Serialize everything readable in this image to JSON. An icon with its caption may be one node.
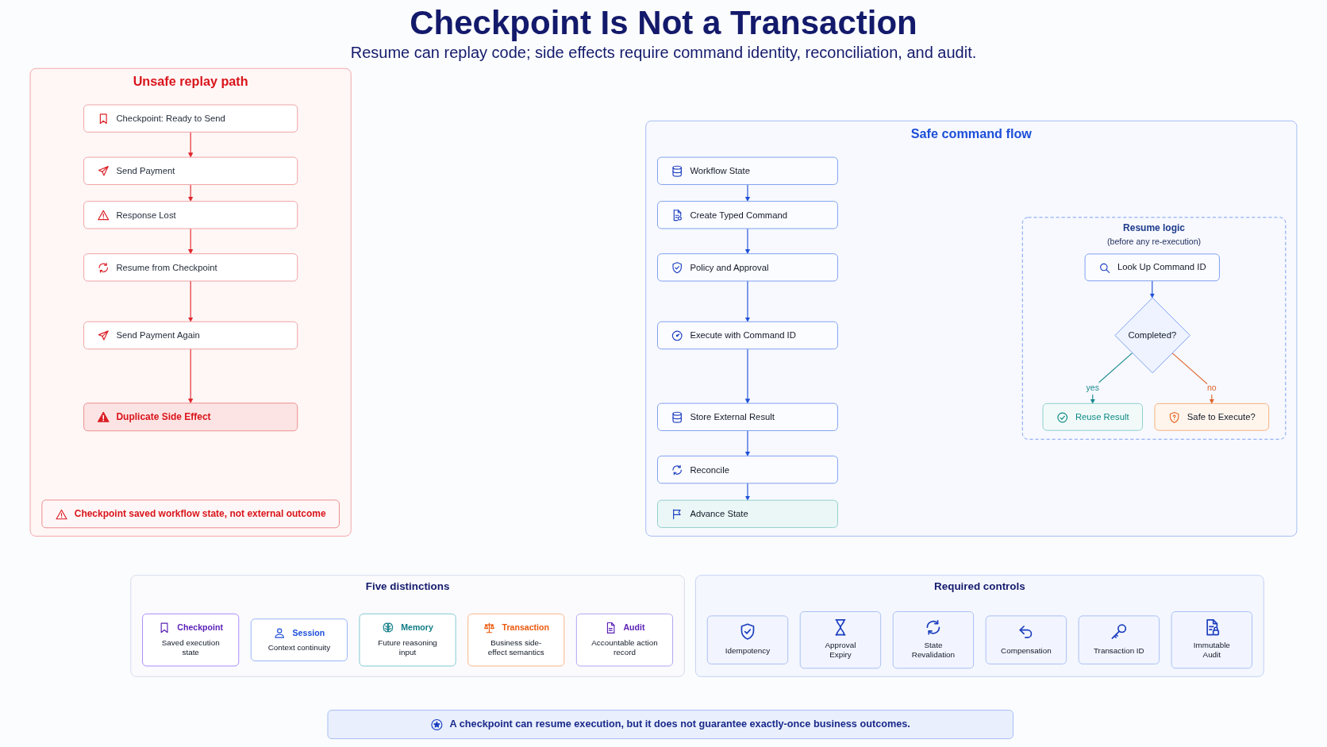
{
  "diagram": {
    "title": "Checkpoint Is Not a Transaction",
    "nodes": [
      {
        "text": [
          "Unsafe replay path"
        ]
      },
      {
        "text": [
          "Checkpoint: Ready to Send"
        ],
        "in": 0
      },
      {
        "text": [
          "Send Payment"
        ],
        "in": 0
      },
      {
        "text": [
          "Response Lost"
        ],
        "in": 0
      },
      {
        "text": [
          "Resume from Checkpoint"
        ],
        "in": 0
      },
      {
        "text": [
          "Send Payment Again"
        ],
        "in": 0
      },
      {
        "text": [
          "Duplicate Side Effect"
        ],
        "in": 0
      },
      {
        "text": [
          "Checkpoint saved workflow state, not external outcome"
        ],
        "in": 0
      },
      {
        "text": [
          "Safe command flow"
        ]
      },
      {
        "text": [
          "Workflow State"
        ],
        "in": 8
      },
      {
        "text": [
          "Create Typed Command"
        ],
        "in": 8
      },
      {
        "text": [
          "Policy and Approval"
        ],
        "in": 8
      },
      {
        "text": [
          "Execute with Command ID"
        ],
        "in": 8
      },
      {
        "text": [
          "Store External Result"
        ],
        "in": 8
      },
      {
        "text": [
          "Reconcile"
        ],
        "in": 8
      },
      {
        "text": [
          "Advance State"
        ],
        "in": 8
      },
      {
        "text": [
          "Resume logic",
          "(before any re-execution)"
        ],
        "in": 8
      },
      {
        "text": [
          "Look Up Command ID"
        ],
        "in": 16
      },
      {
        "text": [
          "Completed?"
        ],
        "in": 16
      },
      {
        "text": [
          "Reuse Result"
        ],
        "in": 16
      },
      {
        "text": [
          "Safe to Execute?"
        ],
        "in": 16
      },
      {
        "text": [
          "Five distinctions"
        ]
      },
      {
        "text": [
          "Checkpoint",
          "Saved execution state"
        ],
        "in": 21
      },
      {
        "text": [
          "Session",
          "Context continuity"
        ],
        "in": 21
      },
      {
        "text": [
          "Memory",
          "Future reasoning input"
        ],
        "in": 21
      },
      {
        "text": [
          "Transaction",
          "Business side-effect semantics"
        ],
        "in": 21
      },
      {
        "text": [
          "Audit",
          "Accountable action record"
        ],
        "in": 21
      },
      {
        "text": [
          "Required controls"
        ]
      },
      {
        "text": [
          "Idempotency"
        ],
        "in": 27
      },
      {
        "text": [
          "Approval Expiry"
        ],
        "in": 27
      },
      {
        "text": [
          "State Revalidation"
        ],
        "in": 27
      },
      {
        "text": [
          "Compensation"
        ],
        "in": 27
      },
      {
        "text": [
          "Transaction ID"
        ],
        "in": 27
      },
      {
        "text": [
          "Immutable Audit"
        ],
        "in": 27
      },
      {
        "text": [
          "A checkpoint can resume execution, but it does not guarantee exactly-once business outcomes."
        ]
      }
    ],
    "edges": [
      {
        "from": 1,
        "to": 2,
        "arrow": "to",
        "color": "#e0242a"
      },
      {
        "from": 2,
        "to": 3,
        "arrow": "to",
        "color": "#e0242a"
      },
      {
        "from": 3,
        "to": 4,
        "arrow": "to",
        "color": "#e0242a"
      },
      {
        "from": 4,
        "to": 5,
        "arrow": "to",
        "color": "#e0242a"
      },
      {
        "from": 5,
        "to": 6,
        "arrow": "to",
        "color": "#e0242a"
      },
      {
        "from": 9,
        "to": 10,
        "arrow": "to"
      },
      {
        "from": 10,
        "to": 11,
        "arrow": "to"
      },
      {
        "from": 11,
        "to": 12,
        "arrow": "to"
      },
      {
        "from": 12,
        "to": 13,
        "arrow": "to"
      },
      {
        "from": 13,
        "to": 14,
        "arrow": "to"
      },
      {
        "from": 14,
        "to": 15,
        "arrow": "to"
      },
      {
        "from": 17,
        "to": 18,
        "arrow": "to"
      },
      {
        "from": 18,
        "to": 19,
        "arrow": "to",
        "label": "yes",
        "color": "#16898a"
      },
      {
        "from": 18,
        "to": 20,
        "arrow": "to",
        "label": "no",
        "color": "#e0622a"
      }
    ],
    "labels": [
      "Resume can replay code; side effects require command identity, reconciliation, and audit."
    ]
  }
}
